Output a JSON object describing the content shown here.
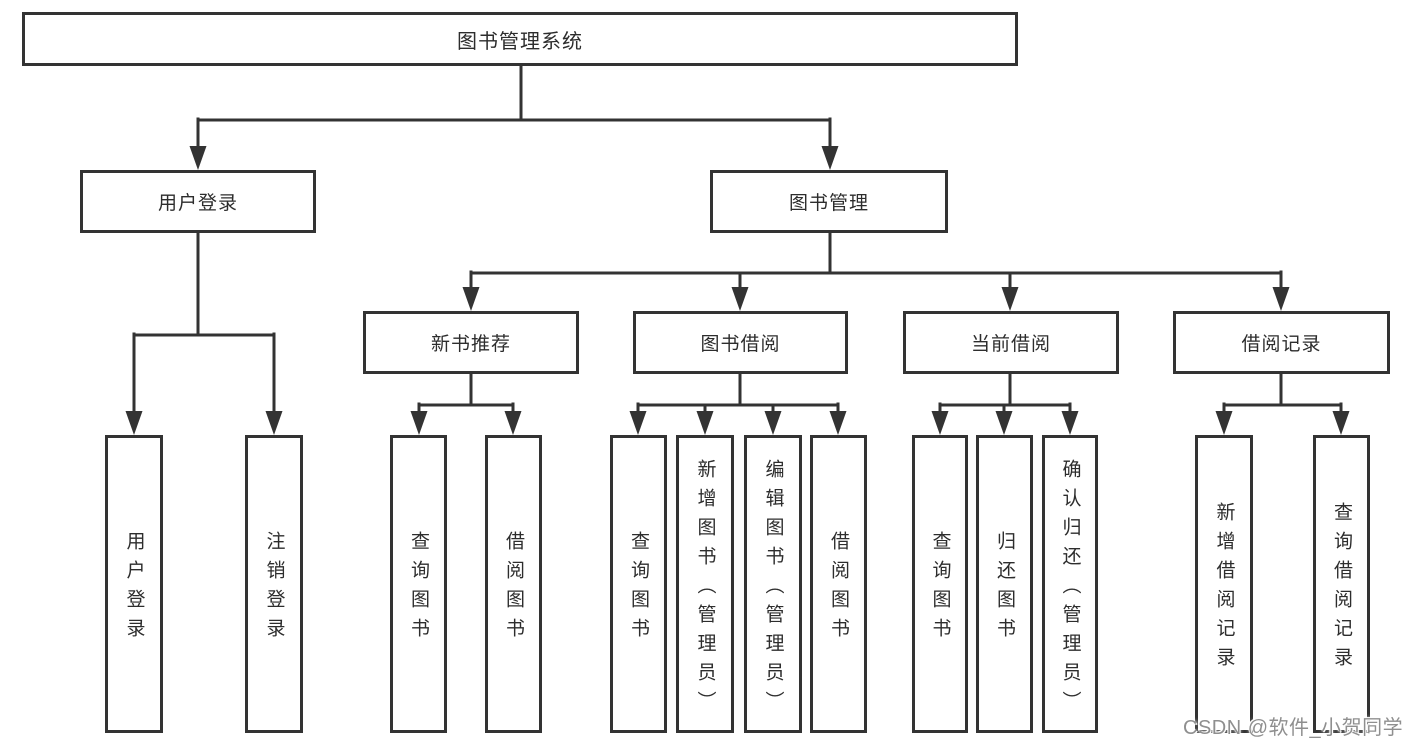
{
  "tree": {
    "label": "图书管理系统",
    "children": [
      {
        "label": "用户登录",
        "children": [
          {
            "label": "用户登录"
          },
          {
            "label": "注销登录"
          }
        ]
      },
      {
        "label": "图书管理",
        "children": [
          {
            "label": "新书推荐",
            "children": [
              {
                "label": "查询图书"
              },
              {
                "label": "借阅图书"
              }
            ]
          },
          {
            "label": "图书借阅",
            "children": [
              {
                "label": "查询图书"
              },
              {
                "label": "新增图书（管理员）"
              },
              {
                "label": "编辑图书（管理员）"
              },
              {
                "label": "借阅图书"
              }
            ]
          },
          {
            "label": "当前借阅",
            "children": [
              {
                "label": "查询图书"
              },
              {
                "label": "归还图书"
              },
              {
                "label": "确认归还（管理员）"
              }
            ]
          },
          {
            "label": "借阅记录",
            "children": [
              {
                "label": "新增借阅记录"
              },
              {
                "label": "查询借阅记录"
              }
            ]
          }
        ]
      }
    ]
  },
  "watermark": {
    "text": "CSDN @软件_小贺同学"
  },
  "colors": {
    "line": "#333333",
    "text": "#2d2d2d",
    "background": "#ffffff",
    "watermark": "#8f8f8f"
  }
}
